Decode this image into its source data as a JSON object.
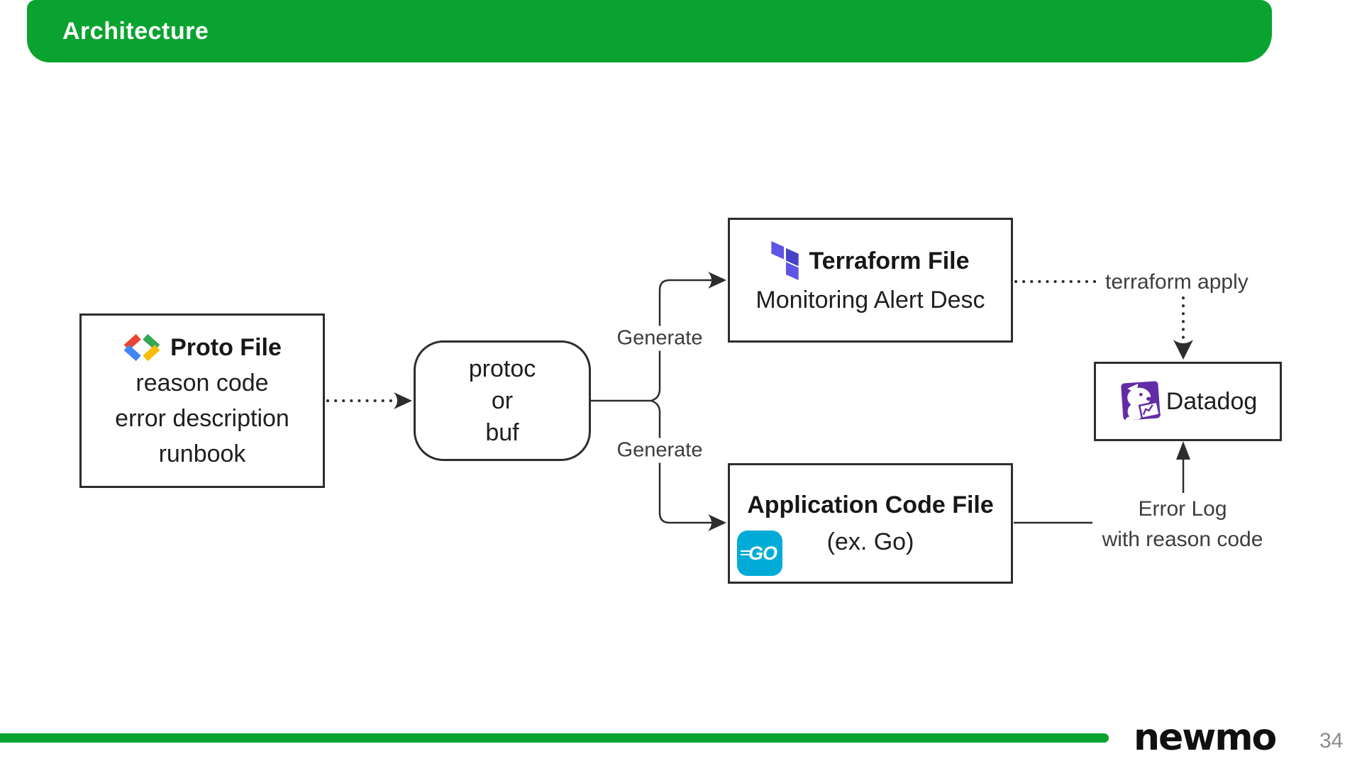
{
  "header": {
    "title": "Architecture"
  },
  "diagram": {
    "proto_box": {
      "title": "Proto File",
      "lines": [
        "reason code",
        "error description",
        "runbook"
      ]
    },
    "protoc_box": {
      "lines": [
        "protoc",
        "or",
        "buf"
      ]
    },
    "terraform_box": {
      "title": "Terraform File",
      "subtitle": "Monitoring Alert Desc"
    },
    "app_box": {
      "title": "Application Code File",
      "subtitle": "(ex. Go)",
      "go_label": "GO"
    },
    "datadog_box": {
      "label": "Datadog"
    },
    "labels": {
      "generate_top": "Generate",
      "generate_bottom": "Generate",
      "terraform_apply": "terraform apply",
      "error_log_line1": "Error Log",
      "error_log_line2": "with reason code"
    },
    "icons": [
      "protobuf-chevrons-icon",
      "terraform-icon",
      "go-icon",
      "datadog-dog-icon"
    ],
    "colors": {
      "accent_green": "#0AA32F",
      "line_dark": "#2D2D2D",
      "go_cyan": "#00ACD7",
      "datadog_purple": "#632CA6",
      "terraform_light": "#5C55E5",
      "terraform_dark": "#4544C9",
      "proto_red": "#EA4335",
      "proto_blue": "#4285F4",
      "proto_green": "#34A853",
      "proto_yellow": "#FBBC05"
    }
  },
  "footer": {
    "brand": "newmo",
    "page_number": "34"
  }
}
